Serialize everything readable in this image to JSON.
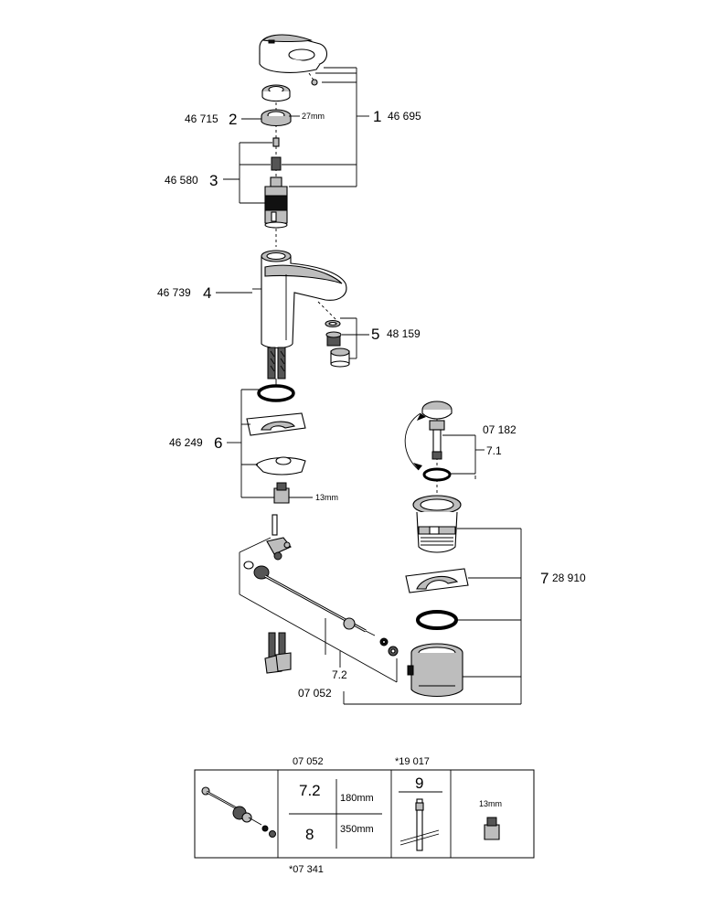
{
  "callouts": {
    "c1": {
      "num": "1",
      "code": "46 695"
    },
    "c2": {
      "num": "2",
      "code": "46 715",
      "size": "27mm"
    },
    "c3": {
      "num": "3",
      "code": "46 580"
    },
    "c4": {
      "num": "4",
      "code": "46 739"
    },
    "c5": {
      "num": "5",
      "code": "48 159"
    },
    "c6": {
      "num": "6",
      "code": "46 249",
      "size": "13mm"
    },
    "c7": {
      "num": "7",
      "code": "28 910"
    },
    "c71": {
      "num": "7.1",
      "code": "07 182"
    },
    "c72": {
      "num": "7.2",
      "code": "07 052"
    }
  },
  "table": {
    "header_left": "07 052",
    "header_right": "*19 017",
    "row1_num": "7.2",
    "row1_len": "180mm",
    "row2_num": "8",
    "row2_len": "350mm",
    "tool_num": "9",
    "nut_size": "13mm",
    "footer": "*07 341"
  }
}
